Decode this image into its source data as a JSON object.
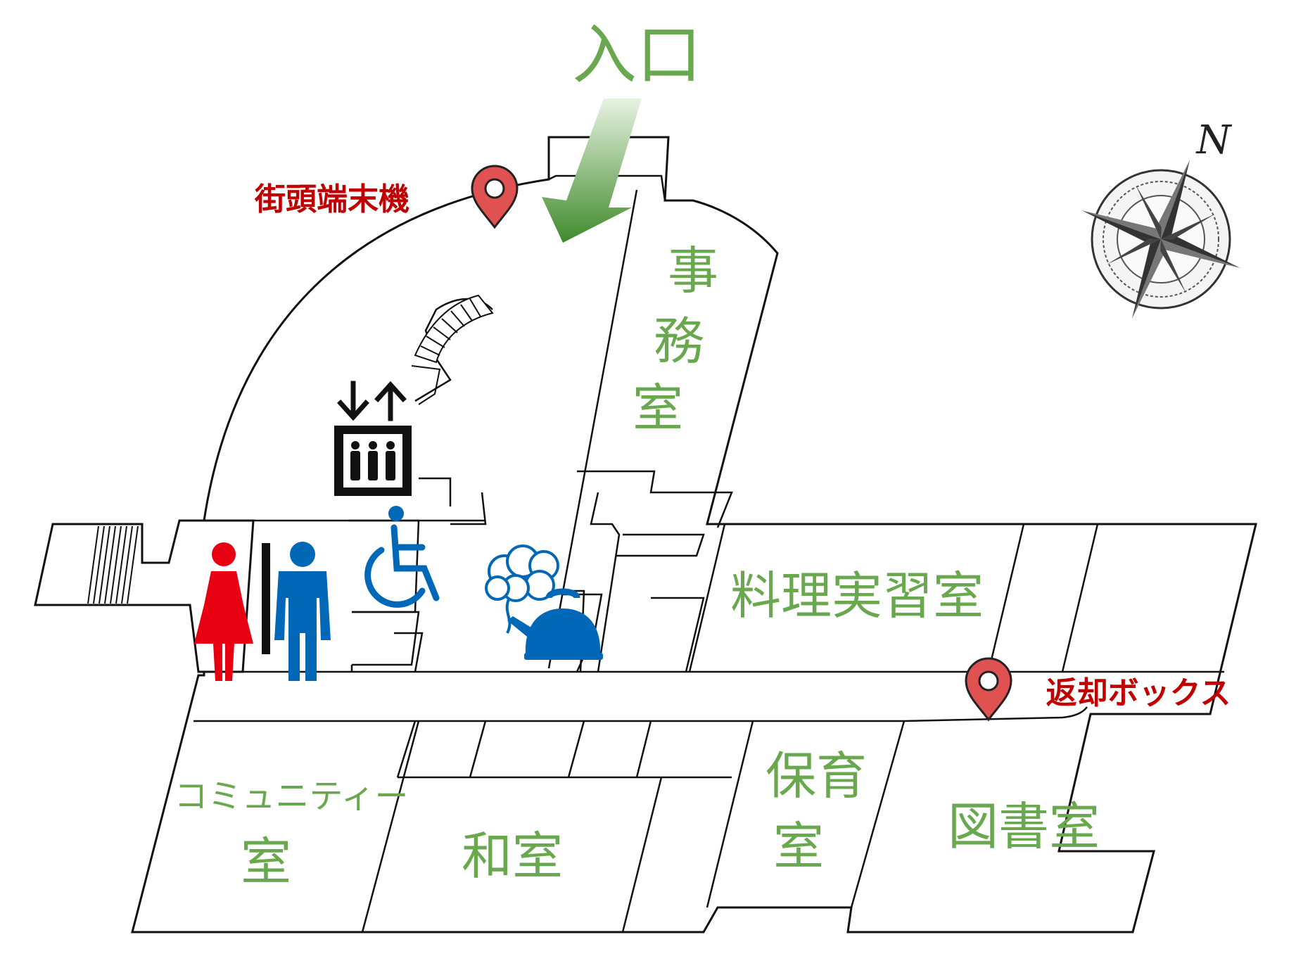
{
  "entrance": {
    "label": "入口"
  },
  "compass": {
    "north_label": "N"
  },
  "markers": [
    {
      "id": "street-terminal",
      "label": "街頭端末機",
      "color": "#c00000"
    },
    {
      "id": "return-box",
      "label": "返却ボックス",
      "color": "#c00000"
    }
  ],
  "rooms": {
    "office": {
      "chars": [
        "事",
        "務",
        "室"
      ]
    },
    "cooking": {
      "label": "料理実習室"
    },
    "community": {
      "line1": "コミュニティー",
      "line2": "室"
    },
    "japanese": {
      "label": "和室"
    },
    "nursery": {
      "line1": "保育",
      "line2": "室"
    },
    "library": {
      "label": "図書室"
    }
  },
  "facility_icons": [
    {
      "icon": "elevator-icon"
    },
    {
      "icon": "womens-restroom-icon",
      "color": "#e60012"
    },
    {
      "icon": "mens-restroom-icon",
      "color": "#0068b7"
    },
    {
      "icon": "wheelchair-accessible-icon",
      "color": "#0068b7"
    },
    {
      "icon": "kitchenette-kettle-icon",
      "color": "#0068b7"
    }
  ],
  "colors": {
    "room_text": "#6aa84f",
    "marker": "#c00000",
    "walls": "#111111"
  }
}
